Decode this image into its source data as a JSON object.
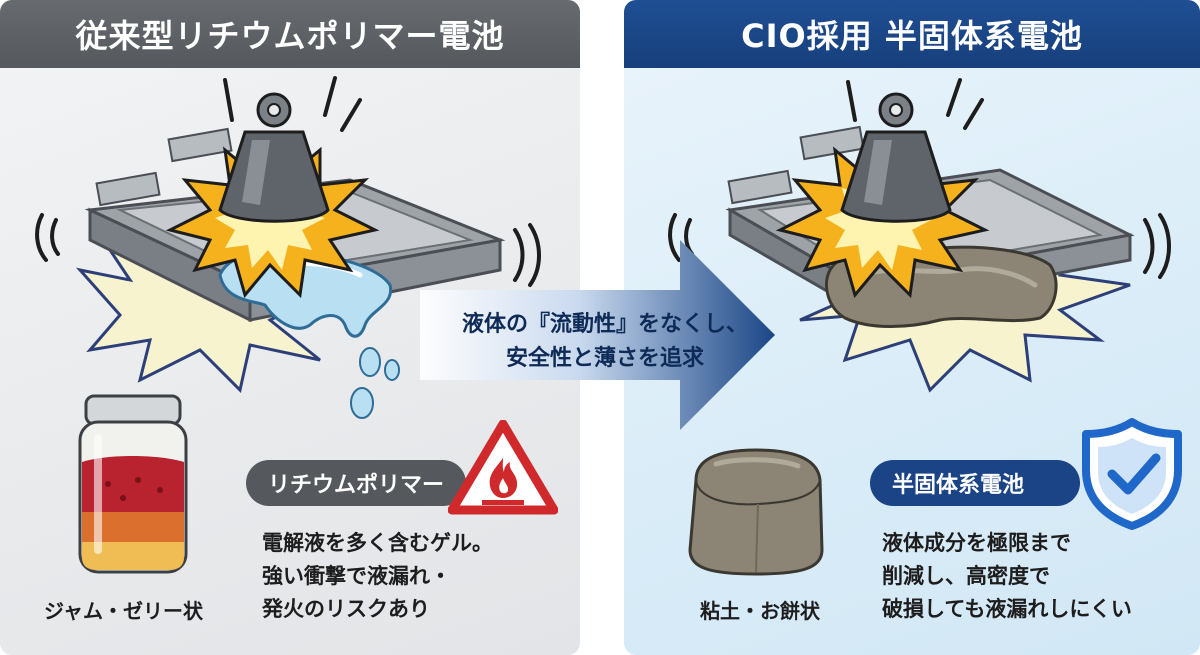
{
  "left": {
    "title": "従来型リチウムポリマー電池",
    "label": "リチウムポリマー",
    "description": [
      "電解液を多く含むゲル。",
      "強い衝撃で液漏れ・",
      "発火のリスクあり"
    ],
    "caption": "ジャム・ゼリー状",
    "colors": {
      "header": "#5a5e63",
      "liquid": "#b9dff2",
      "warning": "#d0292b"
    },
    "icons": [
      "weight-icon",
      "battery-pouch-icon",
      "liquid-leak-icon",
      "jam-jar-icon",
      "fire-warning-icon"
    ]
  },
  "right": {
    "title": "CIO採用 半固体系電池",
    "label": "半固体系電池",
    "description": [
      "液体成分を極限まで",
      "削減し、高密度で",
      "破損しても液漏れしにくい"
    ],
    "caption": "粘土・お餅状",
    "colors": {
      "header": "#1b4686",
      "clay": "#8c8576",
      "shield": "#1f67c8"
    },
    "icons": [
      "weight-icon",
      "battery-pouch-icon",
      "clay-electrolyte-icon",
      "clay-block-icon",
      "shield-check-icon"
    ]
  },
  "arrow": {
    "lines": [
      "液体の『流動性』をなくし、",
      "安全性と薄さを追求"
    ],
    "color": "#1b4686"
  }
}
